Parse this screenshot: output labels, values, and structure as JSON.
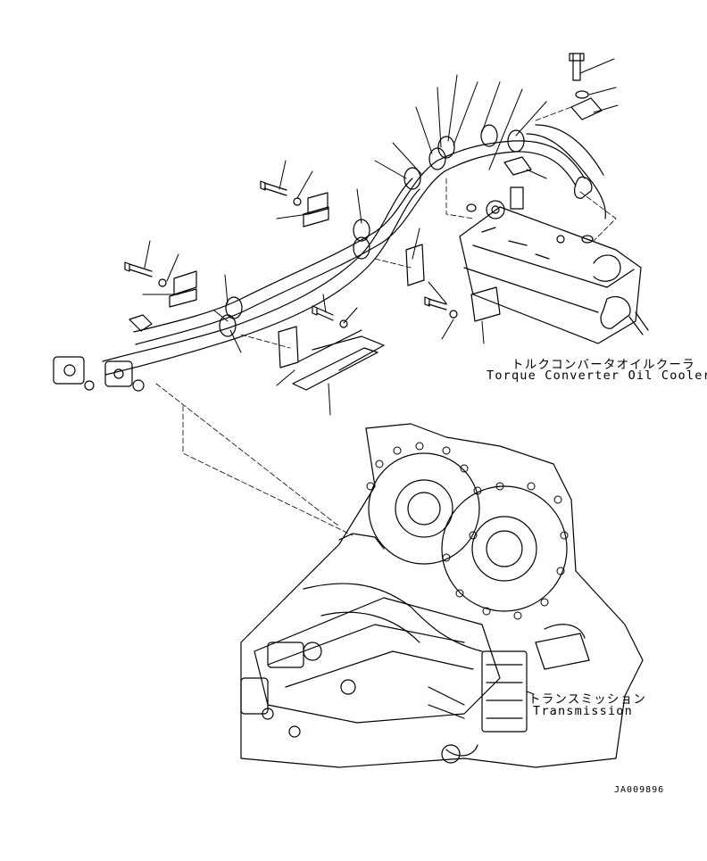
{
  "labels": {
    "cooler_jp": "トルクコンバータオイルクーラ",
    "cooler_en": "Torque Converter Oil Cooler",
    "trans_jp": "トランスミッション",
    "trans_en": "Transmission"
  },
  "drawing_code": "JA009896"
}
